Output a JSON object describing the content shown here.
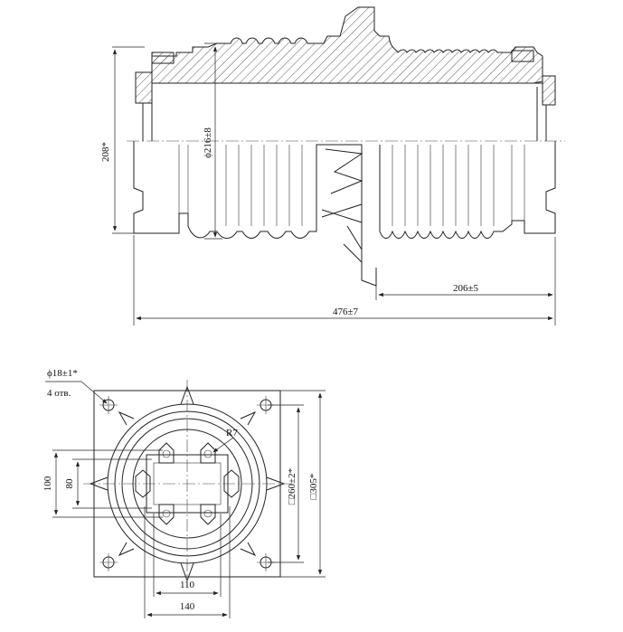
{
  "drawing": {
    "labels": {
      "height_208": "208*",
      "diameter_216": "ϕ216±8",
      "length_206": "206±5",
      "length_476": "476±7",
      "hole_diameter": "ϕ18±1*",
      "hole_count": "4 отв.",
      "radius": "R7",
      "dim_100": "100",
      "dim_80": "80",
      "dim_110": "110",
      "dim_140": "140",
      "square_260": "□260±2*",
      "square_305": "□305*"
    }
  }
}
